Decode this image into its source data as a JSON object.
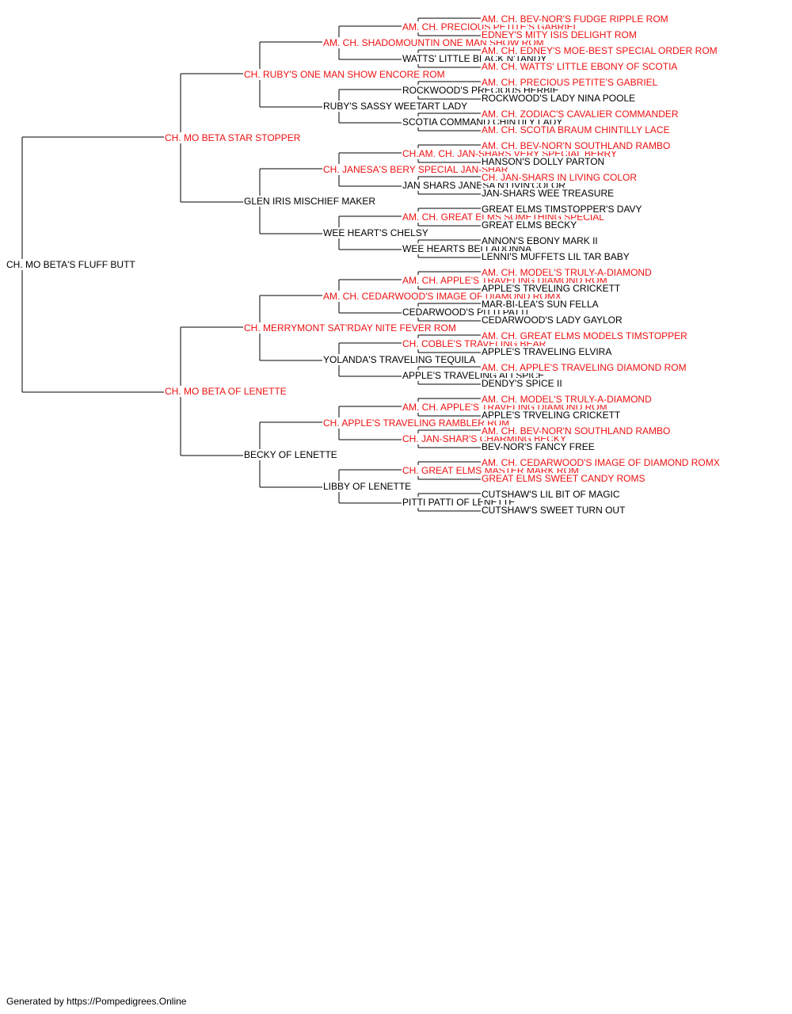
{
  "colors": {
    "line": "#000000",
    "champion": "#ee1111",
    "normal": "#000000"
  },
  "pedigree": {
    "name": "CH. MO BETA'S FLUFF BUTT",
    "champion": false,
    "sire": {
      "name": "CH. MO BETA STAR STOPPER",
      "champion": true,
      "sire": {
        "name": "CH. RUBY'S ONE MAN SHOW ENCORE ROM",
        "champion": true,
        "sire": {
          "name": "AM. CH. SHADOMOUNTIN ONE MAN SHOW ROM",
          "champion": true,
          "sire": {
            "name": "AM. CH. PRECIOUS PETITE'S GABRIEL",
            "champion": true,
            "sire": {
              "name": "AM. CH. BEV-NOR'S FUDGE RIPPLE ROM",
              "champion": true
            },
            "dam": {
              "name": "EDNEY'S MITY ISIS DELIGHT ROM",
              "champion": true
            }
          },
          "dam": {
            "name": "WATTS' LITTLE BLACK N'TANDY",
            "champion": false,
            "sire": {
              "name": "AM. CH. EDNEY'S MOE-BEST SPECIAL ORDER ROM",
              "champion": true
            },
            "dam": {
              "name": "AM. CH. WATTS' LITTLE EBONY OF SCOTIA",
              "champion": true
            }
          }
        },
        "dam": {
          "name": "RUBY'S SASSY WEETART LADY",
          "champion": false,
          "sire": {
            "name": "ROCKWOOD'S PRECIOUS HERBIE",
            "champion": false,
            "sire": {
              "name": "AM. CH. PRECIOUS PETITE'S GABRIEL",
              "champion": true
            },
            "dam": {
              "name": "ROCKWOOD'S LADY NINA POOLE",
              "champion": false
            }
          },
          "dam": {
            "name": "SCOTIA COMMAND CHINTILY LADY",
            "champion": false,
            "sire": {
              "name": "AM. CH. ZODIAC'S CAVALIER COMMANDER",
              "champion": true
            },
            "dam": {
              "name": "AM. CH. SCOTIA BRAUM CHINTILLY LACE",
              "champion": true
            }
          }
        }
      },
      "dam": {
        "name": "GLEN IRIS MISCHIEF MAKER",
        "champion": false,
        "sire": {
          "name": "CH. JANESA'S BERY SPECIAL JAN-SHAR",
          "champion": true,
          "sire": {
            "name": "CH.AM. CH. JAN-SHARS VERY SPECIAL BERRY",
            "champion": true,
            "sire": {
              "name": "AM. CH. BEV-NOR'N SOUTHLAND RAMBO",
              "champion": true
            },
            "dam": {
              "name": "HANSON'S DOLLY PARTON",
              "champion": false
            }
          },
          "dam": {
            "name": "JAN SHARS JANESA N'LIVIN'COLOR",
            "champion": false,
            "sire": {
              "name": "CH. JAN-SHARS IN LIVING COLOR",
              "champion": true
            },
            "dam": {
              "name": "JAN-SHARS WEE TREASURE",
              "champion": false
            }
          }
        },
        "dam": {
          "name": "WEE HEART'S CHELSY",
          "champion": false,
          "sire": {
            "name": "AM. CH. GREAT ELMS SOMETHING SPECIAL",
            "champion": true,
            "sire": {
              "name": "GREAT ELMS TIMSTOPPER'S DAVY",
              "champion": false
            },
            "dam": {
              "name": "GREAT ELMS BECKY",
              "champion": false
            }
          },
          "dam": {
            "name": "WEE HEARTS BELLADONNA",
            "champion": false,
            "sire": {
              "name": "ANNON'S EBONY MARK II",
              "champion": false
            },
            "dam": {
              "name": "LENNI'S MUFFETS LIL TAR BABY",
              "champion": false
            }
          }
        }
      }
    },
    "dam": {
      "name": "CH. MO BETA OF LENETTE",
      "champion": true,
      "sire": {
        "name": "CH. MERRYMONT SAT'RDAY NITE FEVER ROM",
        "champion": true,
        "sire": {
          "name": "AM. CH. CEDARWOOD'S IMAGE OF DIAMOND ROMX",
          "champion": true,
          "sire": {
            "name": "AM. CH. APPLE'S TRAVELING DIAMOND ROM",
            "champion": true,
            "sire": {
              "name": "AM. CH. MODEL'S TRULY-A-DIAMOND",
              "champion": true
            },
            "dam": {
              "name": "APPLE'S TRVELING CRICKETT",
              "champion": false
            }
          },
          "dam": {
            "name": "CEDARWOOD'S PITTI PATTI",
            "champion": false,
            "sire": {
              "name": "MAR-BI-LEA'S SUN FELLA",
              "champion": false
            },
            "dam": {
              "name": "CEDARWOOD'S LADY GAYLOR",
              "champion": false
            }
          }
        },
        "dam": {
          "name": "YOLANDA'S TRAVELING TEQUILA",
          "champion": false,
          "sire": {
            "name": "CH. COBLE'S TRAVELING BEAR",
            "champion": true,
            "sire": {
              "name": "AM. CH. GREAT ELMS MODELS TIMSTOPPER",
              "champion": true
            },
            "dam": {
              "name": "APPLE'S TRAVELING ELVIRA",
              "champion": false
            }
          },
          "dam": {
            "name": "APPLE'S TRAVELING ALLSPICE",
            "champion": false,
            "sire": {
              "name": "AM. CH. APPLE'S TRAVELING DIAMOND ROM",
              "champion": true
            },
            "dam": {
              "name": "DENDY'S SPICE II",
              "champion": false
            }
          }
        }
      },
      "dam": {
        "name": "BECKY OF LENETTE",
        "champion": false,
        "sire": {
          "name": "CH. APPLE'S TRAVELING RAMBLER ROM",
          "champion": true,
          "sire": {
            "name": "AM. CH. APPLE'S TRAVELING DIAMOND ROM",
            "champion": true,
            "sire": {
              "name": "AM. CH. MODEL'S TRULY-A-DIAMOND",
              "champion": true
            },
            "dam": {
              "name": "APPLE'S TRVELING CRICKETT",
              "champion": false
            }
          },
          "dam": {
            "name": "CH. JAN-SHAR'S CHARMING BECKY",
            "champion": true,
            "sire": {
              "name": "AM. CH. BEV-NOR'N SOUTHLAND RAMBO",
              "champion": true
            },
            "dam": {
              "name": "BEV-NOR'S FANCY FREE",
              "champion": false
            }
          }
        },
        "dam": {
          "name": "LIBBY OF LENETTE",
          "champion": false,
          "sire": {
            "name": "CH. GREAT ELMS MASTER MARK ROM",
            "champion": true,
            "sire": {
              "name": "AM. CH. CEDARWOOD'S IMAGE OF DIAMOND ROMX",
              "champion": true
            },
            "dam": {
              "name": "GREAT ELMS SWEET CANDY ROMS",
              "champion": true
            }
          },
          "dam": {
            "name": "PITTI PATTI OF LENETTE",
            "champion": false,
            "sire": {
              "name": "CUTSHAW'S LIL BIT OF MAGIC",
              "champion": false
            },
            "dam": {
              "name": "CUTSHAW'S SWEET TURN OUT",
              "champion": false
            }
          }
        }
      }
    }
  },
  "footer": {
    "text": "Generated by https://Pompedigrees.Online"
  }
}
